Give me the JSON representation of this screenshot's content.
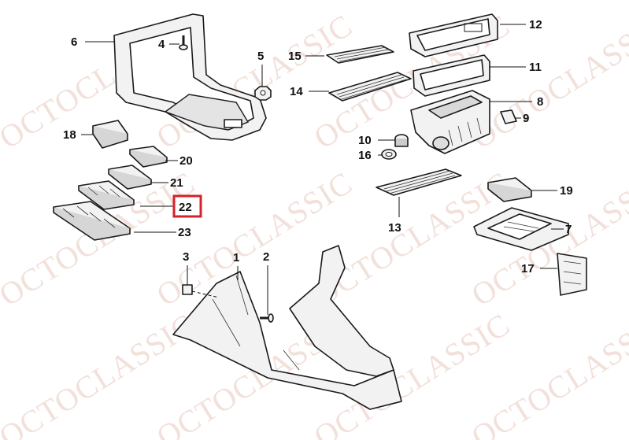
{
  "watermark": {
    "text": "OCTOCLASSIC",
    "color": "#e8c7bd"
  },
  "highlight": {
    "part": "22",
    "color": "#d8202a"
  },
  "callouts": {
    "c1": "1",
    "c2": "2",
    "c3": "3",
    "c4": "4",
    "c5": "5",
    "c6": "6",
    "c7": "7",
    "c8": "8",
    "c9": "9",
    "c10": "10",
    "c11": "11",
    "c12": "12",
    "c13": "13",
    "c14": "14",
    "c15": "15",
    "c16": "16",
    "c17": "17",
    "c18": "18",
    "c19": "19",
    "c20": "20",
    "c21": "21",
    "c22": "22",
    "c23": "23"
  }
}
